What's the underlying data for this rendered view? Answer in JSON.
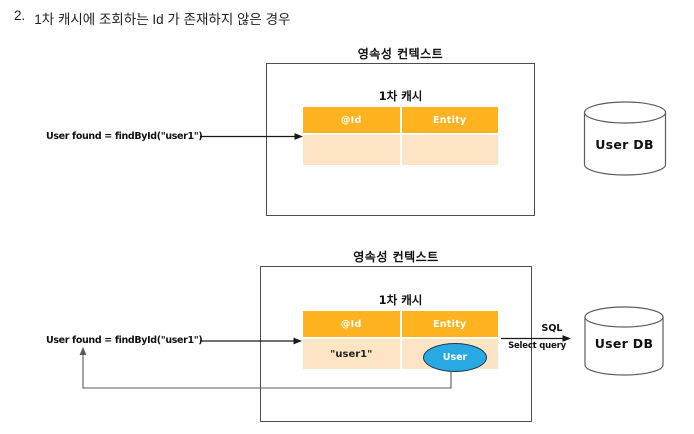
{
  "page": {
    "title_number": "2.",
    "title_text": "1차 캐시에 조회하는 Id 가 존재하지 않은 경우"
  },
  "colors": {
    "header_orange": "#FFB320",
    "row_peach": "#FCE4C5",
    "entity_blue": "#29A9E1",
    "entity_border": "#173652"
  },
  "diagram1": {
    "context_label": "영속성 컨텍스트",
    "cache_label": "1차 캐시",
    "table": {
      "headers": [
        "@Id",
        "Entity"
      ],
      "row": [
        "",
        ""
      ]
    },
    "query_label": "User found =  findById(\"user1\")",
    "db_label": "User DB"
  },
  "diagram2": {
    "context_label": "영속성 컨텍스트",
    "cache_label": "1차 캐시",
    "table": {
      "headers": [
        "@Id",
        "Entity"
      ],
      "row_id": "\"user1\"",
      "row_entity": "User"
    },
    "query_label": "User found =  findById(\"user1\")",
    "sql_label": "SQL",
    "sql_sublabel": "Select query",
    "db_label": "User DB"
  }
}
